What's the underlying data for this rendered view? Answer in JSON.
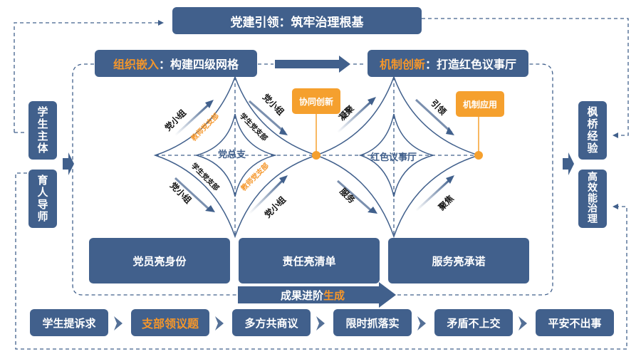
{
  "title": {
    "prefix": "党建引领：筑牢治理根基"
  },
  "top_left": {
    "highlight": "组织嵌入",
    "rest": "：构建四级网格"
  },
  "top_right": {
    "highlight": "机制创新",
    "rest": "：打造红色议事厅"
  },
  "left_boxes": [
    {
      "label": "学生主体",
      "chars": [
        "学",
        "生",
        "主",
        "体"
      ]
    },
    {
      "label": "育人导师",
      "chars": [
        "育",
        "人",
        "导",
        "师"
      ]
    }
  ],
  "right_boxes": [
    {
      "label": "枫桥经验",
      "chars": [
        "枫",
        "桥",
        "经",
        "验"
      ]
    },
    {
      "label": "高效能治理",
      "chars": [
        "高",
        "效",
        "能",
        "治",
        "理"
      ]
    }
  ],
  "left_diamond": {
    "center": "党总支",
    "orange_labels": [
      "教师党支部",
      "教师党支部"
    ],
    "black_labels": [
      "学生党支部",
      "学生党支部"
    ],
    "outer_labels": [
      "党小组",
      "党小组",
      "党小组",
      "党小组"
    ]
  },
  "right_diamond": {
    "center": "红色议事厅",
    "outer_labels": [
      "凝聚",
      "引领",
      "服务",
      "聚焦"
    ]
  },
  "callouts": [
    "协同创新",
    "机制应用"
  ],
  "bottom_boxes": [
    "党员亮身份",
    "责任亮清单",
    "服务亮承诺"
  ],
  "result_arrow": {
    "text": "成果进阶",
    "highlight": "生成"
  },
  "process_steps": [
    {
      "label": "学生提诉求",
      "highlight": false
    },
    {
      "label": "支部领议题",
      "highlight": true
    },
    {
      "label": "多方共商议",
      "highlight": false
    },
    {
      "label": "限时抓落实",
      "highlight": false
    },
    {
      "label": "矛盾不上交",
      "highlight": false
    },
    {
      "label": "平安不出事",
      "highlight": false
    }
  ],
  "colors": {
    "primary": "#41608c",
    "accent": "#f5962a",
    "callout": "#f5a02e"
  }
}
